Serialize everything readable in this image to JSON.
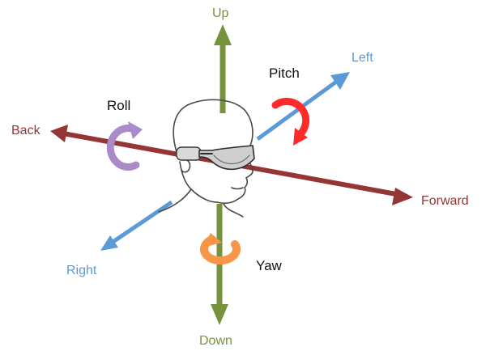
{
  "axes": {
    "up": {
      "label": "Up",
      "color": "#76923c"
    },
    "down": {
      "label": "Down",
      "color": "#76923c"
    },
    "left": {
      "label": "Left",
      "color": "#5b9bd5"
    },
    "right": {
      "label": "Right",
      "color": "#5b9bd5"
    },
    "back": {
      "label": "Back",
      "color": "#943634"
    },
    "forward": {
      "label": "Forward",
      "color": "#943634"
    }
  },
  "rotations": {
    "pitch": {
      "label": "Pitch",
      "color": "#ff2a2a"
    },
    "roll": {
      "label": "Roll",
      "color": "#a98bc9"
    },
    "yaw": {
      "label": "Yaw",
      "color": "#f79646"
    }
  },
  "head_icon": "head-with-smart-glasses-icon"
}
